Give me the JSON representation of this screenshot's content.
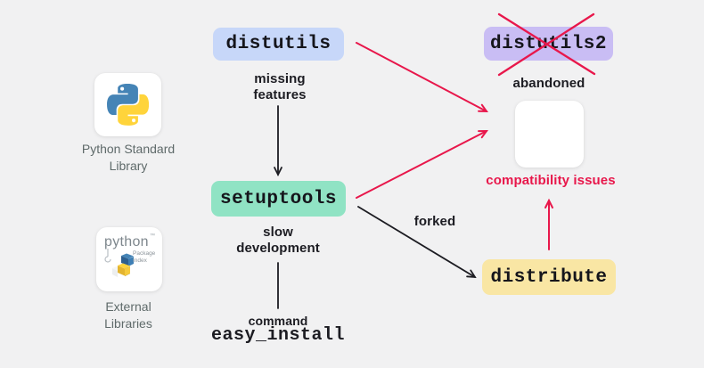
{
  "colors": {
    "background": "#f1f1f2",
    "red": "#e8174b",
    "ink": "#1c1c22",
    "gray_label": "#5f6a6a",
    "node_distutils": "#c7d7f9",
    "node_distutils2": "#c9bdf4",
    "node_setuptools": "#90e3c4",
    "node_distribute": "#f9e6a4",
    "python_blue": "#4584b6",
    "python_yellow": "#ffd43b"
  },
  "nodes": {
    "distutils": {
      "label": "distutils"
    },
    "distutils2": {
      "label": "distutils2"
    },
    "setuptools": {
      "label": "setuptools"
    },
    "distribute": {
      "label": "distribute"
    }
  },
  "annotations": {
    "missing_features": [
      "missing",
      "features"
    ],
    "slow_development": [
      "slow",
      "development"
    ],
    "abandoned": "abandoned",
    "compatibility_issues": "compatibility issues",
    "forked": "forked",
    "command": "command",
    "easy_install": "easy_install"
  },
  "legend": {
    "python_standard_library": [
      "Python Standard",
      "Library"
    ],
    "external_libraries": [
      "External",
      "Libraries"
    ]
  },
  "pypi_logo": {
    "brand": "python",
    "tm": "™",
    "sub": [
      "Package",
      "Index"
    ]
  }
}
